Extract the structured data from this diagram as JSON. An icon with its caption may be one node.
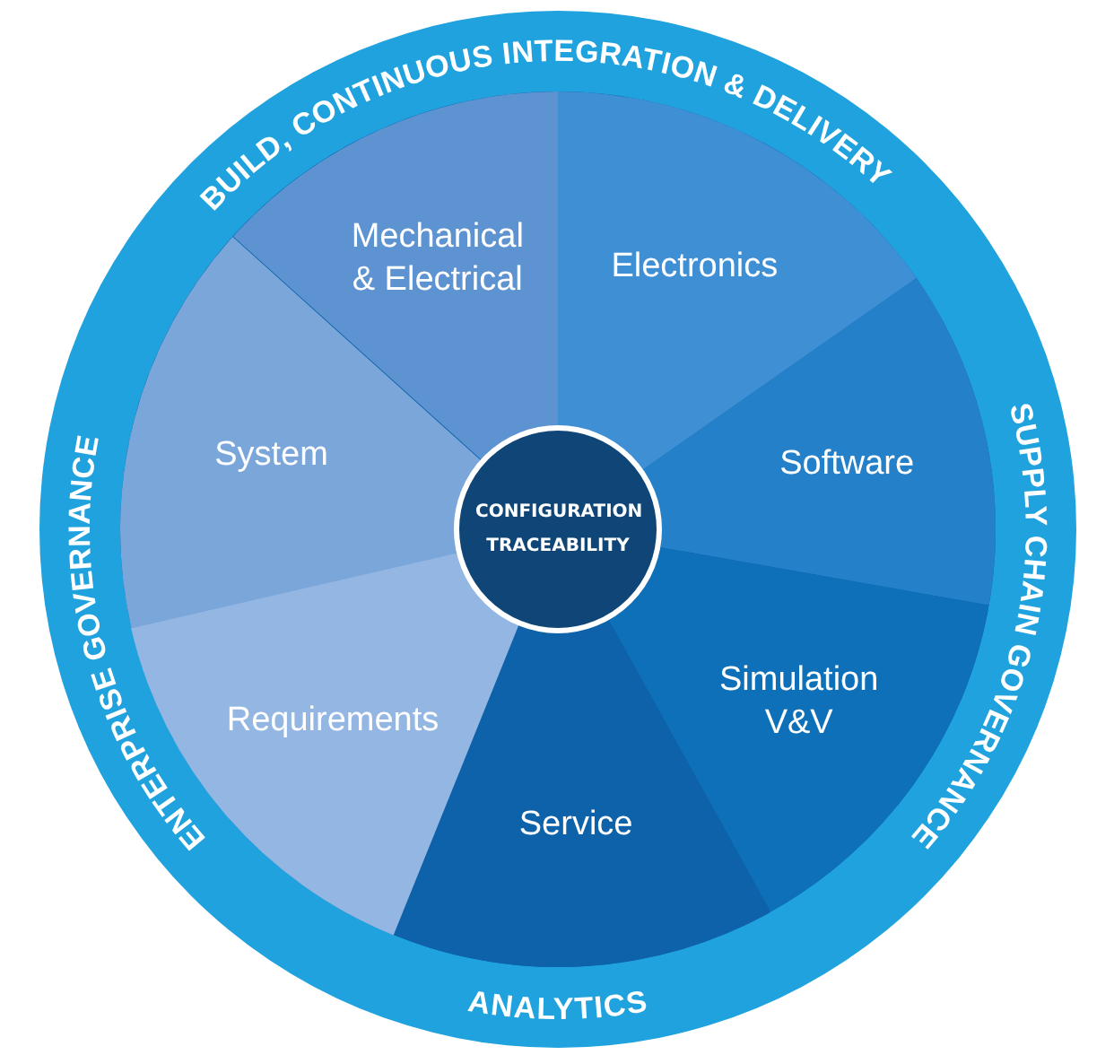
{
  "diagram": {
    "nodes": [
      {
        "text": [],
        "shape": "circle"
      },
      {
        "text": [
          "Mechanical & Electrical"
        ],
        "in": 0
      },
      {
        "text": [
          "Electronics"
        ],
        "in": 0
      },
      {
        "text": [
          "Software"
        ],
        "in": 0
      },
      {
        "text": [
          "Simulation V&V"
        ],
        "in": 0
      },
      {
        "text": [
          "Service"
        ],
        "in": 0
      },
      {
        "text": [
          "Requirements"
        ],
        "in": 0
      },
      {
        "text": [
          "System"
        ],
        "in": 0
      },
      {
        "text": [
          "CONFIGURATION TRACEABILITY"
        ],
        "in": 0
      }
    ],
    "labels": [
      "BUILD, CONTINUOUS INTEGRATION & DELIVERY",
      "SUPPLY CHAIN GOVERNANCE",
      "ANALYTICS",
      "ENTERPRISE GOVERNANCE"
    ]
  }
}
